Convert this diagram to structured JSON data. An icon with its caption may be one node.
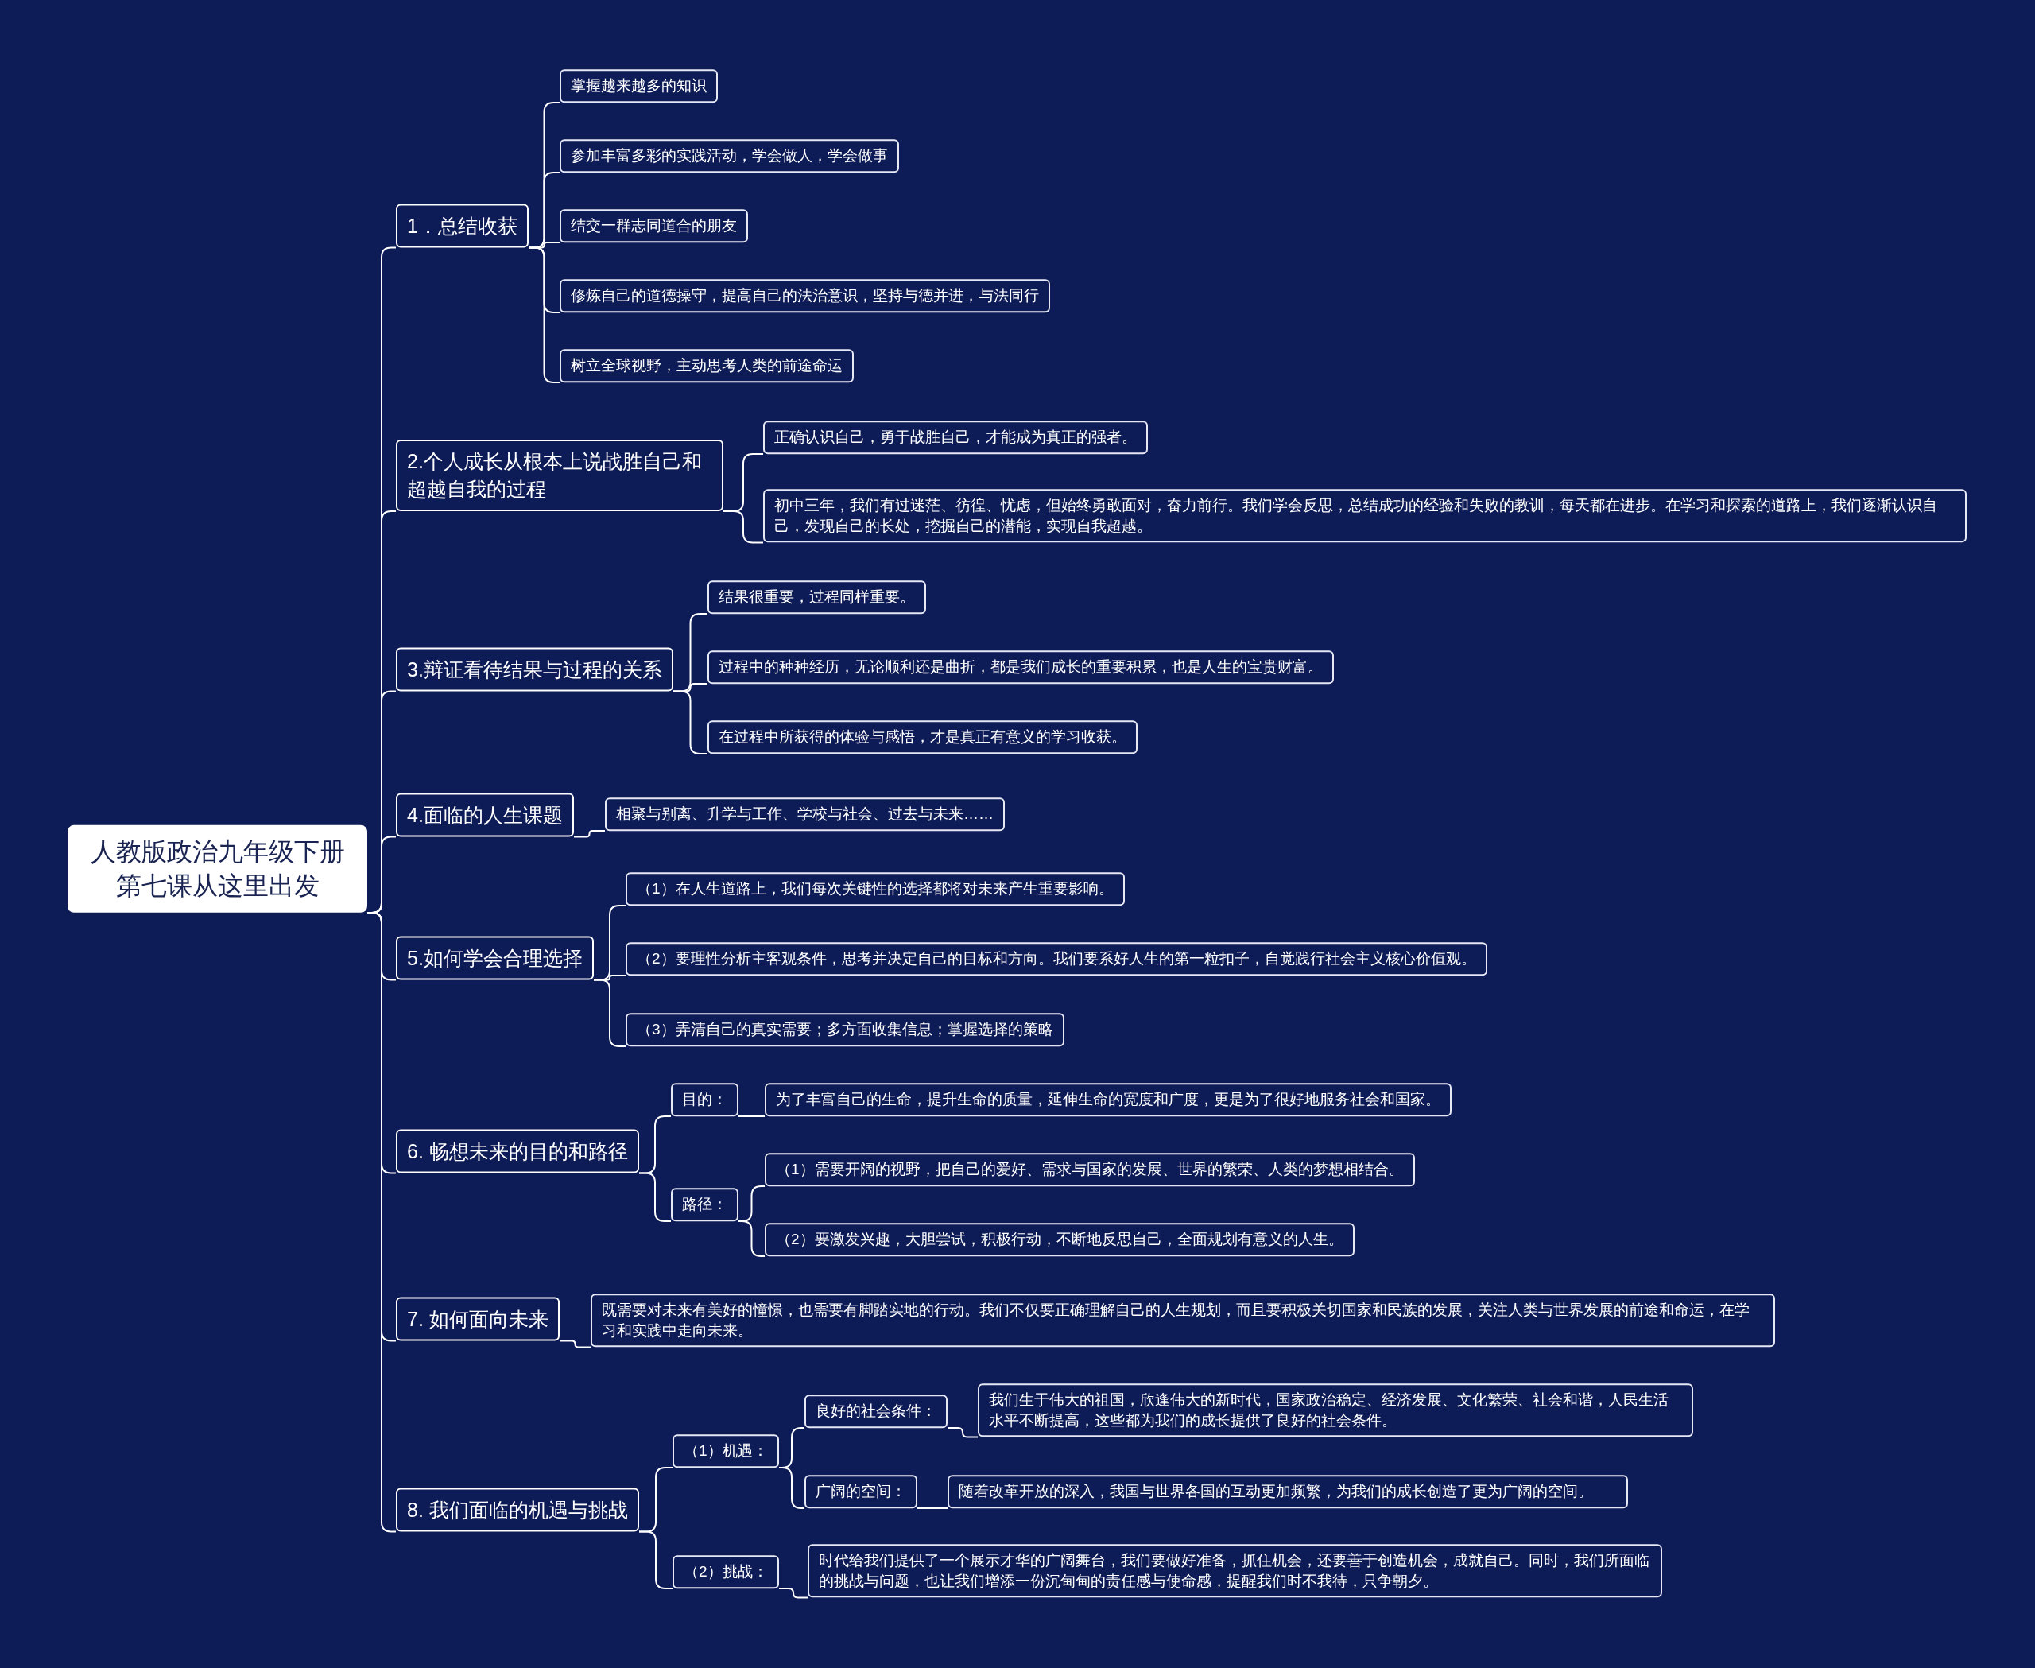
{
  "diagram": {
    "nodes": [
      {
        "text": [
          "人教版政治九年级下册第七课从这里出发"
        ]
      },
      {
        "text": [
          "1．总结收获"
        ]
      },
      {
        "text": [
          "掌握越来越多的知识"
        ]
      },
      {
        "text": [
          "参加丰富多彩的实践活动，学会做人，学会做事"
        ]
      },
      {
        "text": [
          "结交一群志同道合的朋友"
        ]
      },
      {
        "text": [
          "修炼自己的道德操守，提高自己的法治意识，坚持与德并进，与法同行"
        ]
      },
      {
        "text": [
          "树立全球视野，主动思考人类的前途命运"
        ]
      },
      {
        "text": [
          "2.个人成长从根本上说战胜自己和超越自我的过程"
        ]
      },
      {
        "text": [
          "正确认识自己，勇于战胜自己，才能成为真正的强者。"
        ]
      },
      {
        "text": [
          "初中三年，我们有过迷茫、彷徨、忧虑，但始终勇敢面对，奋力前行。我们学会反思，总结成功的经验和失败的教训，每天都在进步。在学习和探索的道路上，我们逐渐认识自己，发现自己的长处，挖掘自己的潜能，实现自我超越。"
        ]
      },
      {
        "text": [
          "3.辩证看待结果与过程的关系"
        ]
      },
      {
        "text": [
          "结果很重要，过程同样重要。"
        ]
      },
      {
        "text": [
          "过程中的种种经历，无论顺利还是曲折，都是我们成长的重要积累，也是人生的宝贵财富。"
        ]
      },
      {
        "text": [
          "在过程中所获得的体验与感悟，才是真正有意义的学习收获。"
        ]
      },
      {
        "text": [
          "4.面临的人生课题"
        ]
      },
      {
        "text": [
          "相聚与别离、升学与工作、学校与社会、过去与未来……"
        ]
      },
      {
        "text": [
          "5.如何学会合理选择"
        ]
      },
      {
        "text": [
          "（1）在人生道路上，我们每次关键性的选择都将对未来产生重要影响。"
        ]
      },
      {
        "text": [
          "（2）要理性分析主客观条件，思考并决定自己的目标和方向。我们要系好人生的第一粒扣子，自觉践行社会主义核心价值观。"
        ]
      },
      {
        "text": [
          "（3）弄清自己的真实需要；多方面收集信息；掌握选择的策略"
        ]
      },
      {
        "text": [
          "6. 畅想未来的目的和路径"
        ]
      },
      {
        "text": [
          "目的："
        ]
      },
      {
        "text": [
          "为了丰富自己的生命，提升生命的质量，延伸生命的宽度和广度，更是为了很好地服务社会和国家。"
        ]
      },
      {
        "text": [
          "路径："
        ]
      },
      {
        "text": [
          "（1）需要开阔的视野，把自己的爱好、需求与国家的发展、世界的繁荣、人类的梦想相结合。"
        ]
      },
      {
        "text": [
          "（2）要激发兴趣，大胆尝试，积极行动，不断地反思自己，全面规划有意义的人生。"
        ]
      },
      {
        "text": [
          "7. 如何面向未来"
        ]
      },
      {
        "text": [
          "既需要对未来有美好的憧憬，也需要有脚踏实地的行动。我们不仅要正确理解自己的人生规划，而且要积极关切国家和民族的发展，关注人类与世界发展的前途和命运，在学习和实践中走向未来。"
        ]
      },
      {
        "text": [
          "8. 我们面临的机遇与挑战"
        ]
      },
      {
        "text": [
          "（1）机遇："
        ]
      },
      {
        "text": [
          "良好的社会条件："
        ]
      },
      {
        "text": [
          "我们生于伟大的祖国，欣逢伟大的新时代，国家政治稳定、经济发展、文化繁荣、社会和谐，人民生活水平不断提高，这些都为我们的成长提供了良好的社会条件。"
        ]
      },
      {
        "text": [
          "广阔的空间："
        ]
      },
      {
        "text": [
          "随着改革开放的深入，我国与世界各国的互动更加频繁，为我们的成长创造了更为广阔的空间。"
        ]
      },
      {
        "text": [
          "（2）挑战："
        ]
      },
      {
        "text": [
          "时代给我们提供了一个展示才华的广阔舞台，我们要做好准备，抓住机会，还要善于创造机会，成就自己。同时，我们所面临的挑战与问题，也让我们增添一份沉甸甸的责任感与使命感，提醒我们时不我待，只争朝夕。"
        ]
      }
    ],
    "edges": [
      {
        "from": 0,
        "to": 1,
        "arrow": "none"
      },
      {
        "from": 1,
        "to": 2,
        "arrow": "none"
      },
      {
        "from": 1,
        "to": 3,
        "arrow": "none"
      },
      {
        "from": 1,
        "to": 4,
        "arrow": "none"
      },
      {
        "from": 1,
        "to": 5,
        "arrow": "none"
      },
      {
        "from": 1,
        "to": 6,
        "arrow": "none"
      },
      {
        "from": 0,
        "to": 7,
        "arrow": "none"
      },
      {
        "from": 7,
        "to": 8,
        "arrow": "none"
      },
      {
        "from": 7,
        "to": 9,
        "arrow": "none"
      },
      {
        "from": 0,
        "to": 10,
        "arrow": "none"
      },
      {
        "from": 10,
        "to": 11,
        "arrow": "none"
      },
      {
        "from": 10,
        "to": 12,
        "arrow": "none"
      },
      {
        "from": 10,
        "to": 13,
        "arrow": "none"
      },
      {
        "from": 0,
        "to": 14,
        "arrow": "none"
      },
      {
        "from": 14,
        "to": 15,
        "arrow": "none"
      },
      {
        "from": 0,
        "to": 16,
        "arrow": "none"
      },
      {
        "from": 16,
        "to": 17,
        "arrow": "none"
      },
      {
        "from": 16,
        "to": 18,
        "arrow": "none"
      },
      {
        "from": 16,
        "to": 19,
        "arrow": "none"
      },
      {
        "from": 0,
        "to": 20,
        "arrow": "none"
      },
      {
        "from": 20,
        "to": 21,
        "arrow": "none"
      },
      {
        "from": 21,
        "to": 22,
        "arrow": "none"
      },
      {
        "from": 20,
        "to": 23,
        "arrow": "none"
      },
      {
        "from": 23,
        "to": 24,
        "arrow": "none"
      },
      {
        "from": 23,
        "to": 25,
        "arrow": "none"
      },
      {
        "from": 0,
        "to": 26,
        "arrow": "none"
      },
      {
        "from": 26,
        "to": 27,
        "arrow": "none"
      },
      {
        "from": 0,
        "to": 28,
        "arrow": "none"
      },
      {
        "from": 28,
        "to": 29,
        "arrow": "none"
      },
      {
        "from": 29,
        "to": 30,
        "arrow": "none"
      },
      {
        "from": 30,
        "to": 31,
        "arrow": "none"
      },
      {
        "from": 29,
        "to": 32,
        "arrow": "none"
      },
      {
        "from": 32,
        "to": 33,
        "arrow": "none"
      },
      {
        "from": 28,
        "to": 34,
        "arrow": "none"
      },
      {
        "from": 34,
        "to": 35,
        "arrow": "none"
      }
    ]
  }
}
